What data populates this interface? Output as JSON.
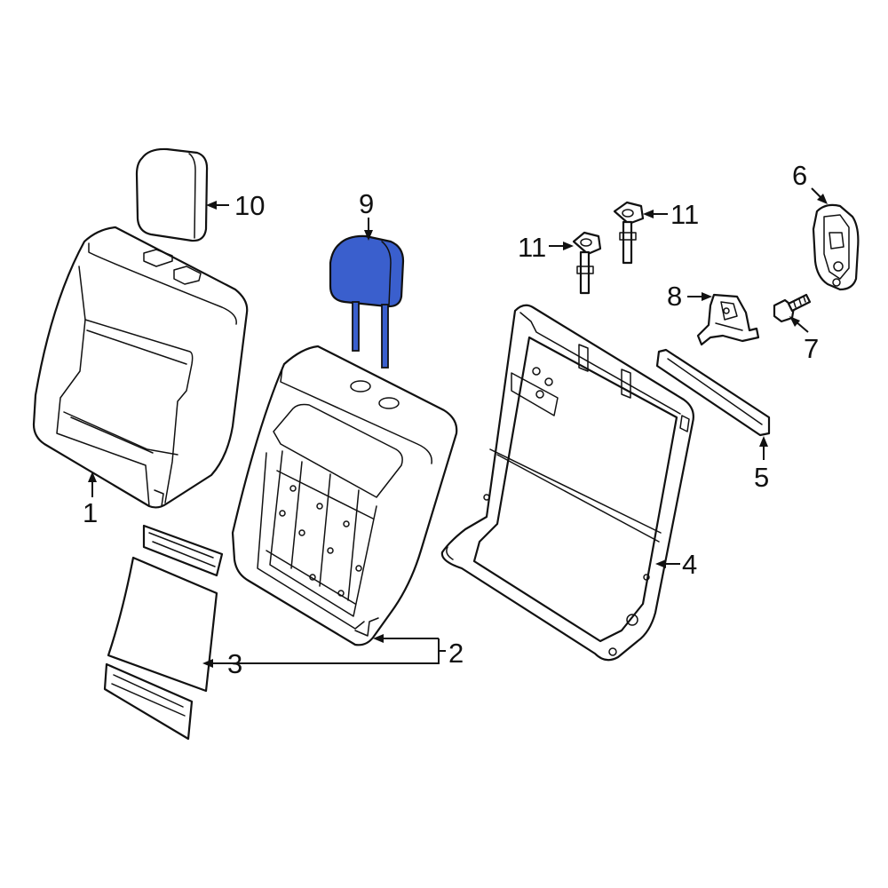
{
  "highlight_color": "#3a5fcd",
  "line_color": "#111111",
  "callouts": {
    "c1": "1",
    "c2": "2",
    "c3": "3",
    "c4": "4",
    "c5": "5",
    "c6": "6",
    "c7": "7",
    "c8": "8",
    "c9": "9",
    "c10": "10",
    "c11a": "11",
    "c11b": "11"
  }
}
